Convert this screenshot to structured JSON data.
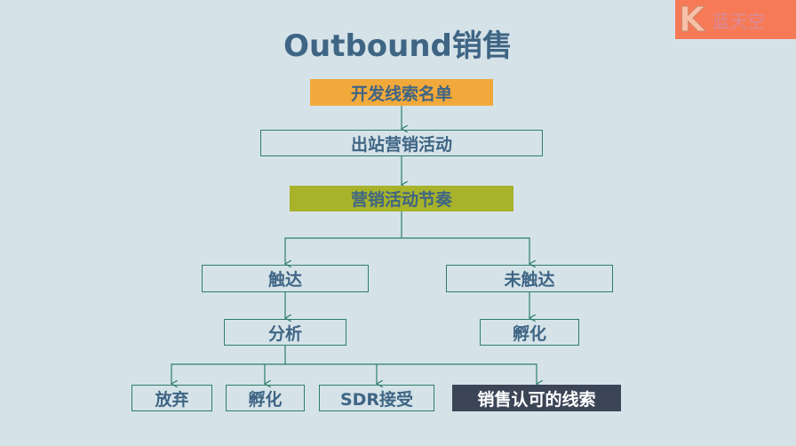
{
  "title": "Outbound销售",
  "logo": {
    "letter": "K",
    "text": "蓝天空"
  },
  "nodes": {
    "leads": "开发线索名单",
    "outbound": "出站营销活动",
    "cadence": "营销活动节奏",
    "reached": "触达",
    "not_reached": "未触达",
    "analyze": "分析",
    "nurture_right": "孵化",
    "abandon": "放弃",
    "nurture": "孵化",
    "sdr_accept": "SDR接受",
    "sql": "销售认可的线索"
  },
  "colors": {
    "orange": "#f2a93b",
    "olive": "#a8b22a",
    "dark": "#3b4556",
    "line": "#2e7d6e",
    "text": "#3f6584"
  }
}
